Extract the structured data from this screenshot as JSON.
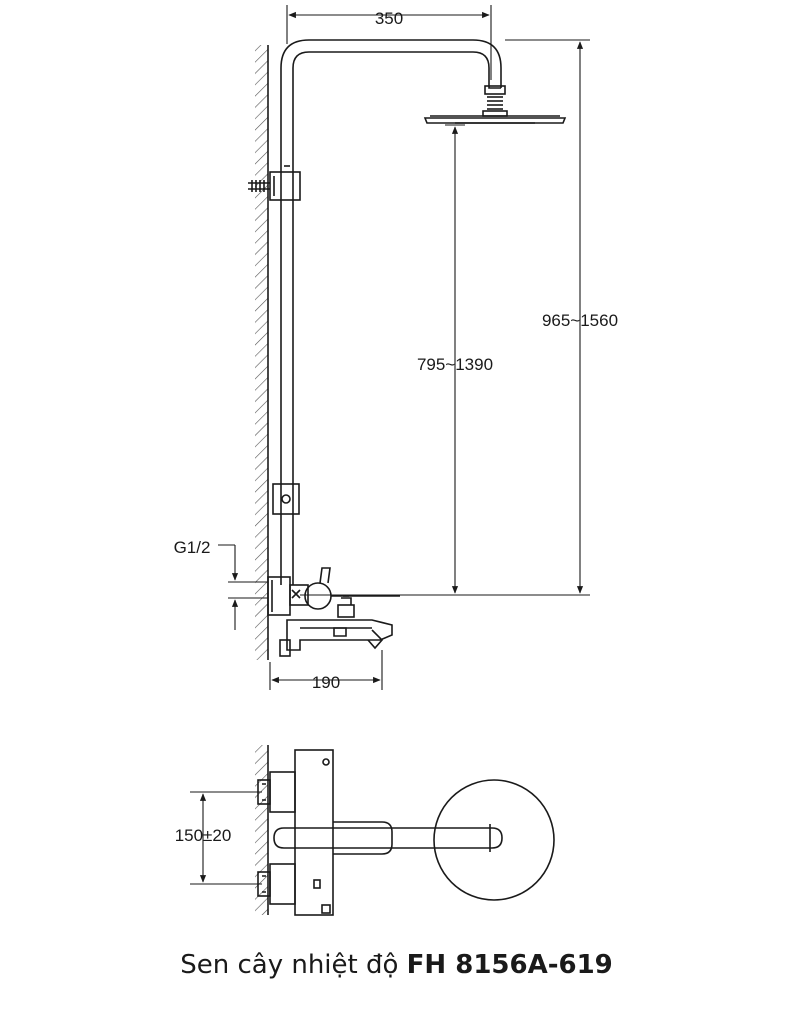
{
  "dimensions": {
    "top_width": "350",
    "total_height": "965~1560",
    "head_height": "795~1390",
    "inlet": "G1/2",
    "mixer_depth": "190",
    "inlet_spacing": "150±20"
  },
  "caption": {
    "prefix": "Sen cây nhiệt độ",
    "model": "FH 8156A-619"
  },
  "colors": {
    "line": "#1a1a1a",
    "background": "#ffffff"
  }
}
